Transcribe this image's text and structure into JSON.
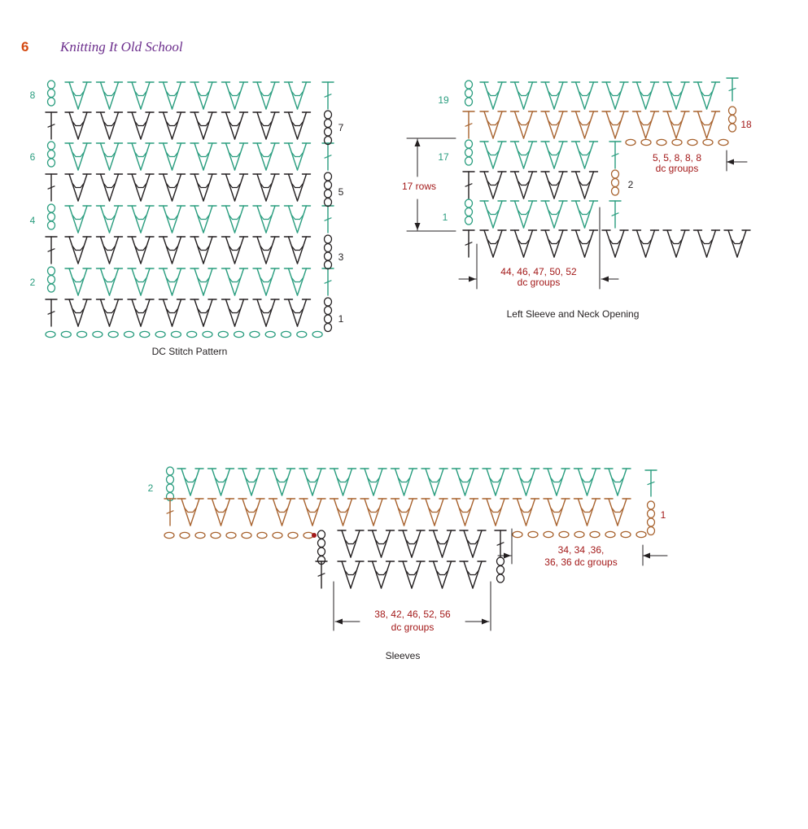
{
  "page_header": {
    "page_number": "6",
    "book_title": "Knitting It Old School"
  },
  "colors": {
    "green": "#2a9d7f",
    "black": "#231f20",
    "brown": "#a8632f",
    "red_text": "#a31919",
    "page_number": "#d4480f",
    "title": "#6b2d8c"
  },
  "dc_stitch_pattern": {
    "caption": "DC Stitch Pattern",
    "row_labels_left": [
      "8",
      "6",
      "4",
      "2"
    ],
    "row_labels_right": [
      "7",
      "5",
      "3",
      "1"
    ]
  },
  "left_sleeve": {
    "caption": "Left Sleeve and Neck Opening",
    "row_labels": [
      "19",
      "17",
      "1",
      "18",
      "2"
    ],
    "span_label": "17 rows",
    "neck_groups": [
      "5, 5, 8, 8, 8",
      "dc groups"
    ],
    "body_groups": [
      "44, 46, 47, 50, 52",
      "dc groups"
    ]
  },
  "sleeves": {
    "caption": "Sleeves",
    "row_labels": [
      "2",
      "1"
    ],
    "right_groups": [
      "34, 34 ,36,",
      "36, 36 dc groups"
    ],
    "bottom_groups": [
      "38, 42, 46, 52, 56",
      "dc groups"
    ]
  }
}
